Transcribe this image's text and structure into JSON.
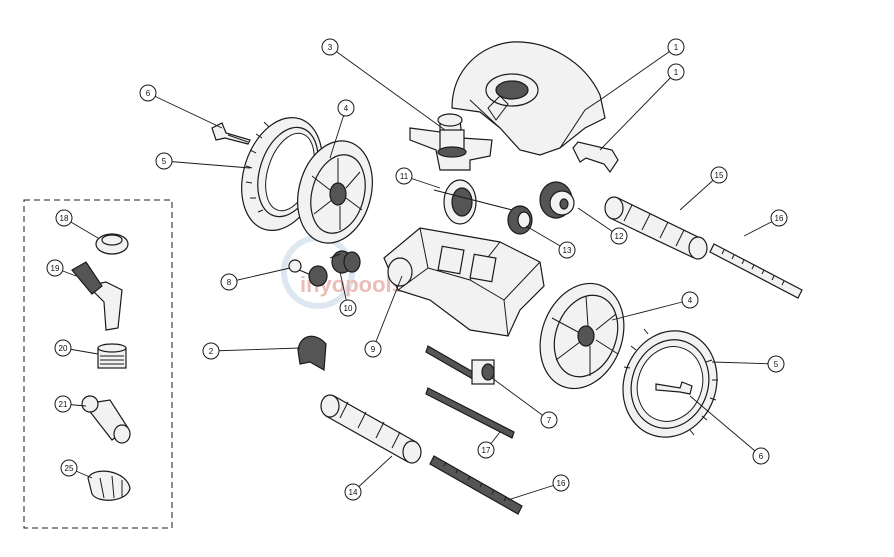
{
  "diagram": {
    "callouts": [
      {
        "id": "c1a",
        "label": "1"
      },
      {
        "id": "c1b",
        "label": "1"
      },
      {
        "id": "c3",
        "label": "3"
      },
      {
        "id": "c6a",
        "label": "6"
      },
      {
        "id": "c4a",
        "label": "4"
      },
      {
        "id": "c5a",
        "label": "5"
      },
      {
        "id": "c11",
        "label": "11"
      },
      {
        "id": "c15",
        "label": "15"
      },
      {
        "id": "c16a",
        "label": "16"
      },
      {
        "id": "c13",
        "label": "13"
      },
      {
        "id": "c12",
        "label": "12"
      },
      {
        "id": "c8",
        "label": "8"
      },
      {
        "id": "c10",
        "label": "10"
      },
      {
        "id": "c9",
        "label": "9"
      },
      {
        "id": "c4b",
        "label": "4"
      },
      {
        "id": "c5b",
        "label": "5"
      },
      {
        "id": "c2",
        "label": "2"
      },
      {
        "id": "c7",
        "label": "7"
      },
      {
        "id": "c17",
        "label": "17"
      },
      {
        "id": "c6b",
        "label": "6"
      },
      {
        "id": "c14",
        "label": "14"
      },
      {
        "id": "c16b",
        "label": "16"
      },
      {
        "id": "c18",
        "label": "18"
      },
      {
        "id": "c19",
        "label": "19"
      },
      {
        "id": "c20",
        "label": "20"
      },
      {
        "id": "c21",
        "label": "21"
      },
      {
        "id": "c25",
        "label": "25"
      }
    ],
    "watermark": "inyopools.com"
  }
}
